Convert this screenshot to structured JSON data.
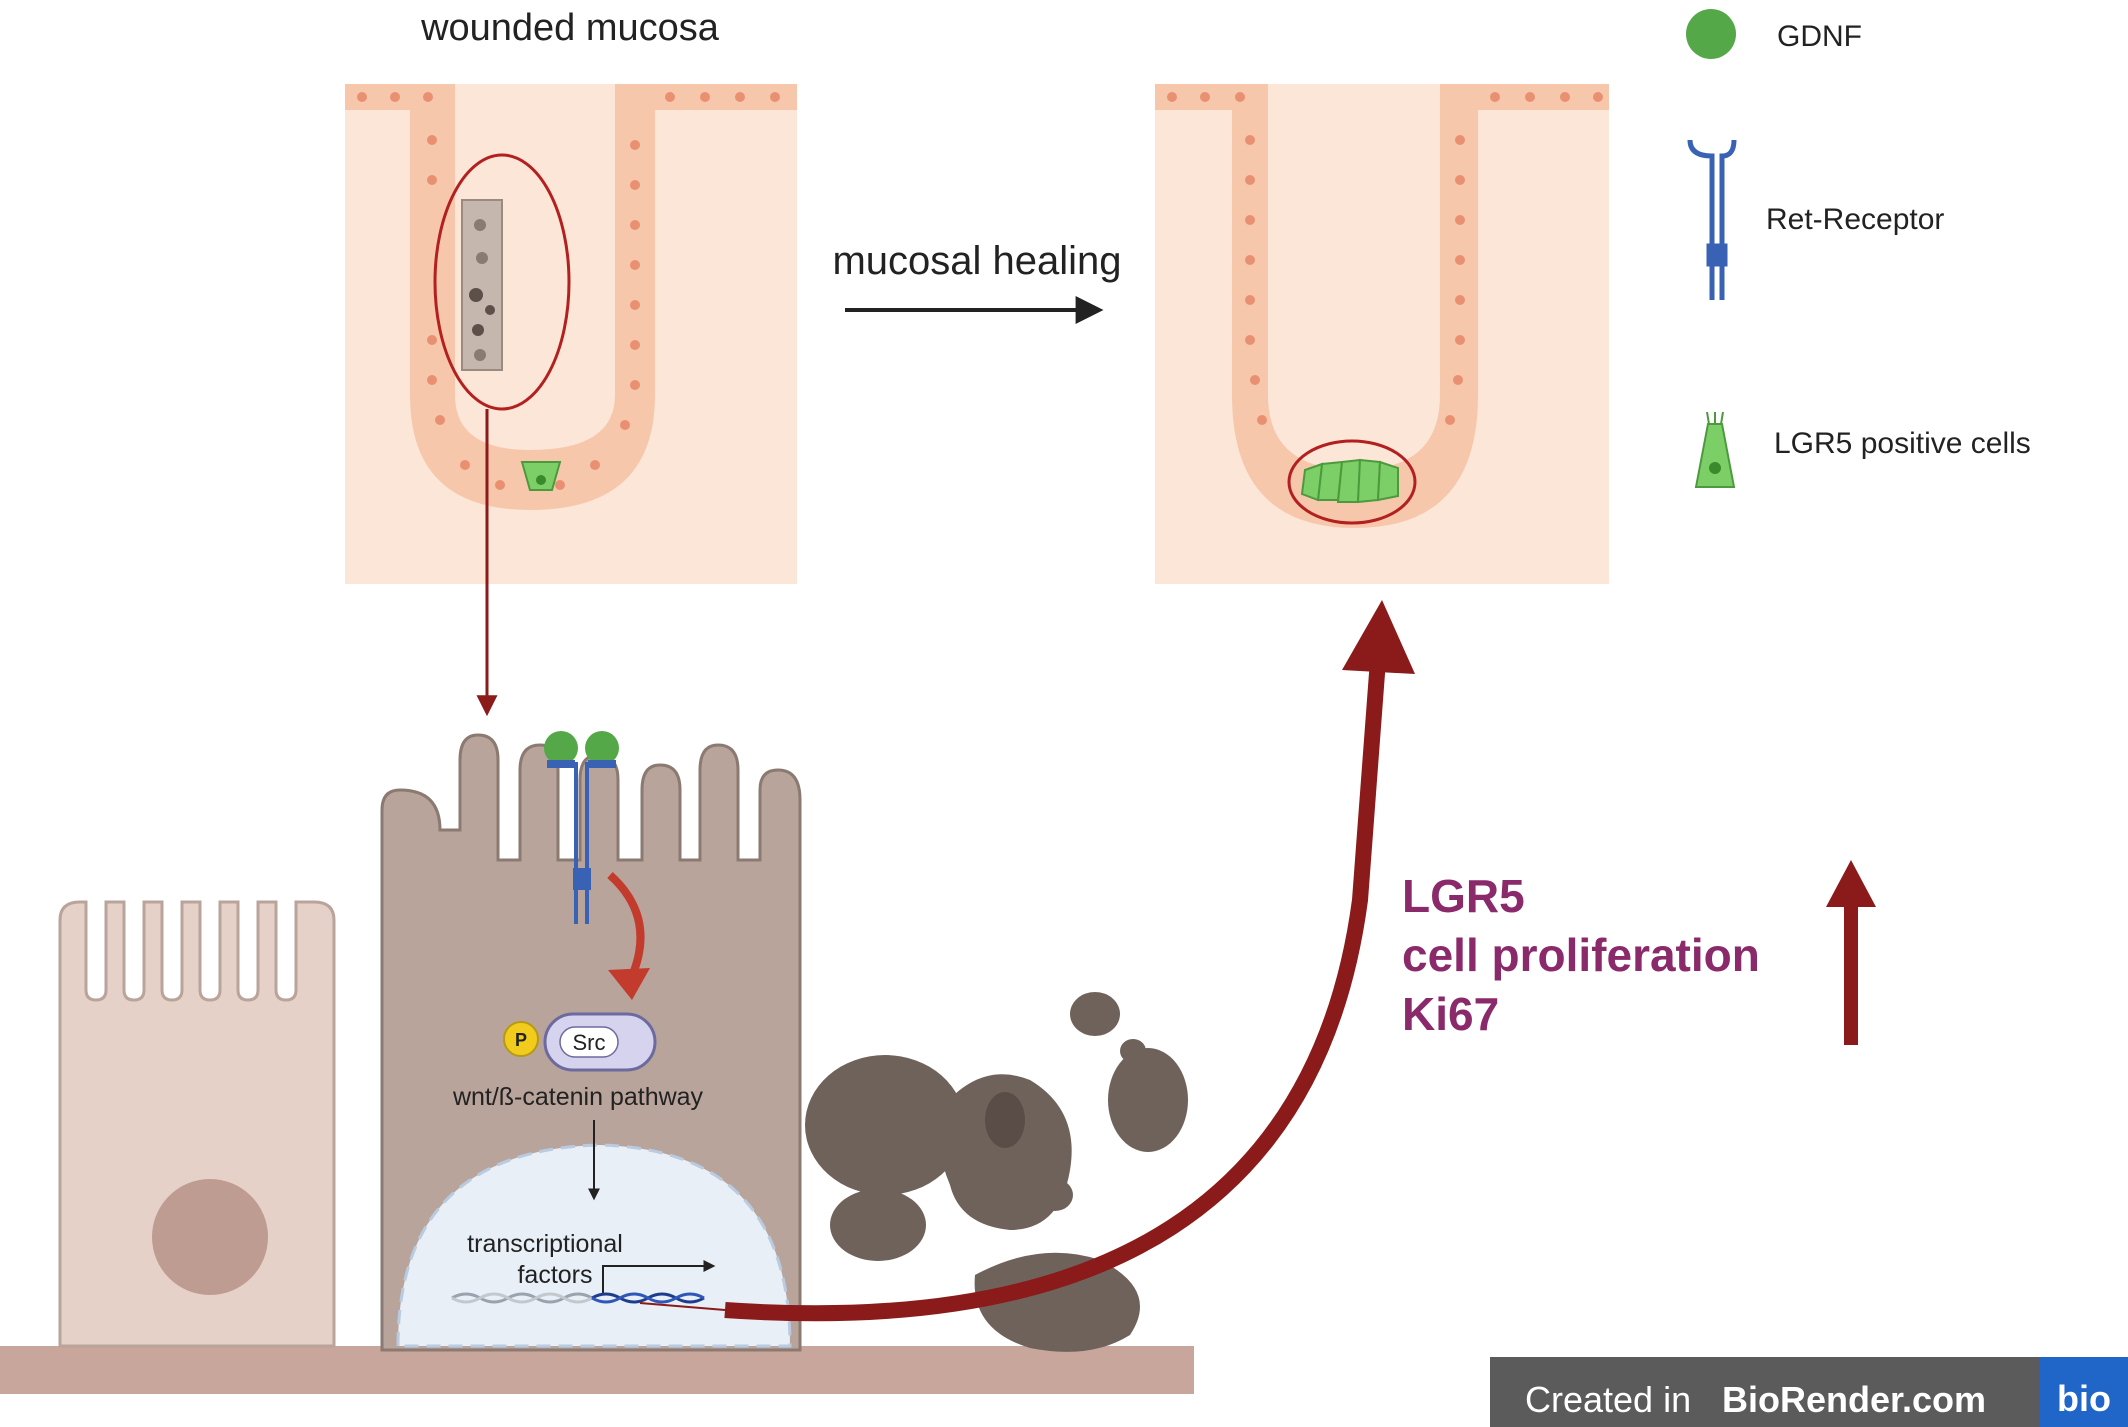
{
  "title": "wounded mucosa",
  "process_label": "mucosal healing",
  "legend": {
    "gdnf": "GDNF",
    "ret_receptor": "Ret-Receptor",
    "lgr5_cells": "LGR5 positive cells"
  },
  "cell": {
    "phospho": "P",
    "src": "Src",
    "pathway": "wnt/ß-catenin pathway",
    "tf_line1": "transcriptional",
    "tf_line2": "factors"
  },
  "outcome": {
    "line1": "LGR5",
    "line2": "cell proliferation",
    "line3": "Ki67"
  },
  "watermark": {
    "prefix": "Created in ",
    "brand": "BioRender.com",
    "logo": "bio"
  },
  "colors": {
    "tissue": "#fbe6d8",
    "epithelium": "#f6c3a6",
    "nucleus_dot": "#e99072",
    "gdnf": "#55a847",
    "receptor": "#3a62b4",
    "lgr5_cell": "#7ccf66",
    "accent_red": "#8b1a1a",
    "outline_red": "#b32020",
    "cell_brown": "#b9a49b",
    "outcome_text": "#8b2a6b"
  }
}
